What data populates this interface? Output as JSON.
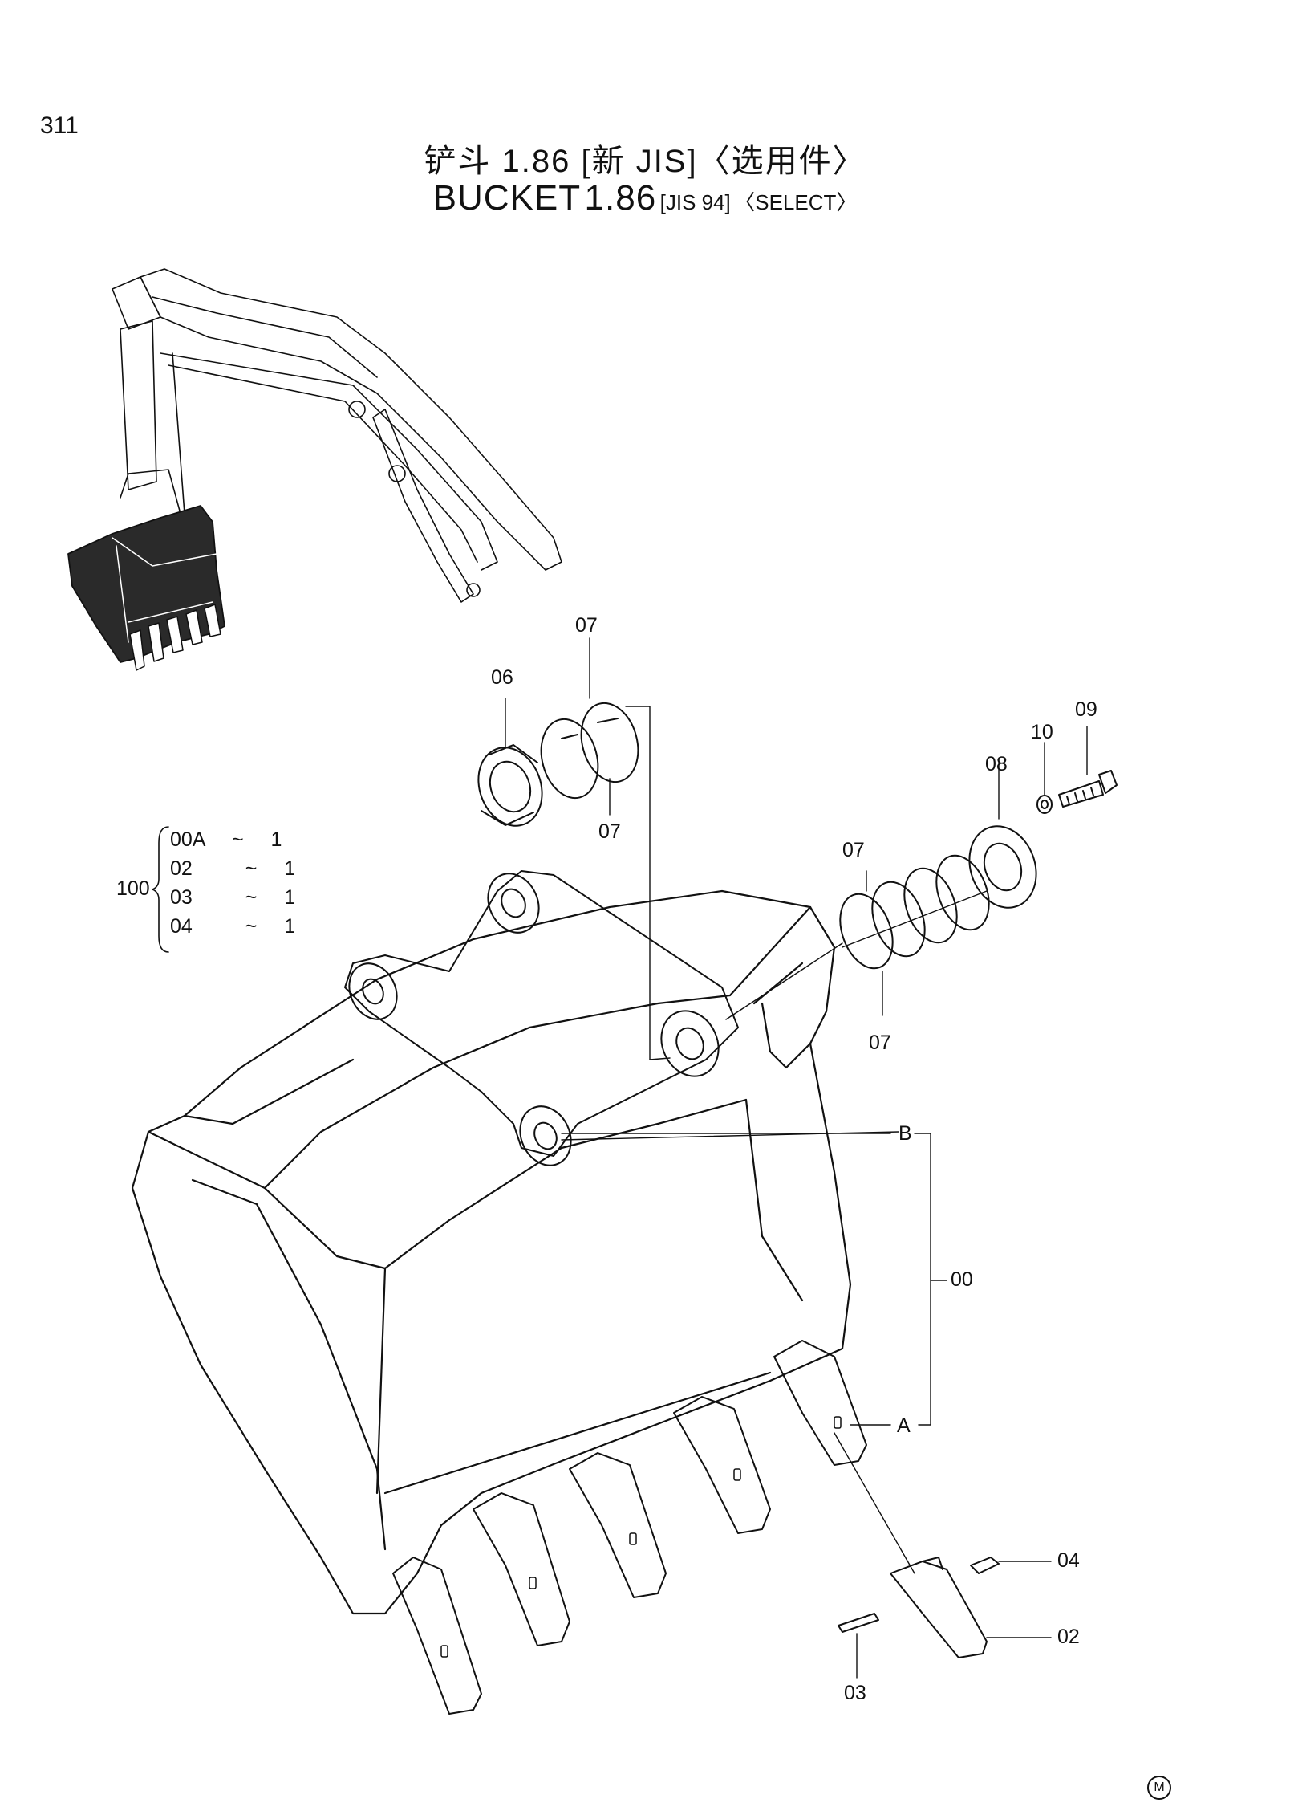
{
  "page": {
    "number": "311",
    "title_cn": "铲斗 1.86  [新 JIS]〈选用件〉",
    "title_en_main": "BUCKET",
    "title_en_size": "1.86",
    "title_en_std": "[JIS 94]",
    "title_en_select": "〈SELECT〉",
    "footer_mark": "M"
  },
  "kit": {
    "number": "100",
    "items": [
      {
        "part": "00A",
        "sep": "~",
        "qty": "1"
      },
      {
        "part": "02",
        "sep": "~",
        "qty": "1"
      },
      {
        "part": "03",
        "sep": "~",
        "qty": "1"
      },
      {
        "part": "04",
        "sep": "~",
        "qty": "1"
      }
    ]
  },
  "callouts": {
    "c07_top": "07",
    "c06": "06",
    "c07_mid": "07",
    "c10": "10",
    "c09": "09",
    "c08": "08",
    "c07_right_top": "07",
    "c07_right_bottom": "07",
    "cB": "B",
    "c00": "00",
    "cA": "A",
    "c04": "04",
    "c02": "02",
    "c03": "03"
  },
  "colors": {
    "line": "#111111",
    "background": "#ffffff",
    "shade": "#2a2a2a"
  }
}
